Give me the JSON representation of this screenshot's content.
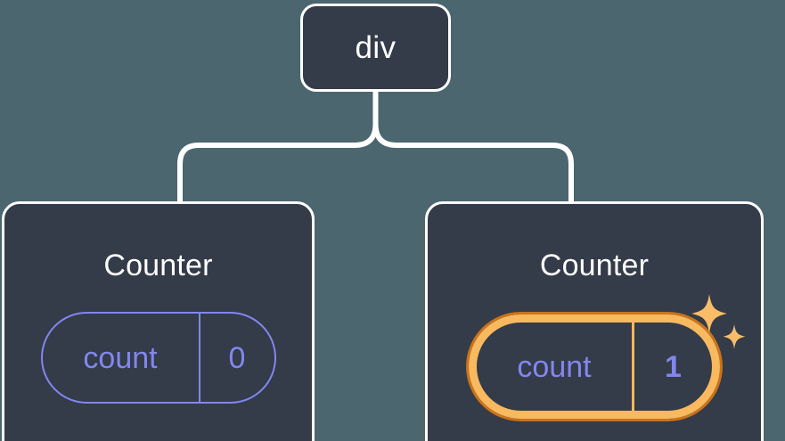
{
  "diagram": {
    "type": "component-tree",
    "background_color": "#4c6670",
    "node_fill_color": "#343b49",
    "node_border_color": "#ffffff",
    "connector_color": "#ffffff",
    "state_color": "#8287ee",
    "highlight_outer_color": "#c9731a",
    "highlight_inner_color": "#f8b95f",
    "root": {
      "label": "div"
    },
    "children": [
      {
        "title": "Counter",
        "state": {
          "key": "count",
          "value": "0"
        },
        "highlighted": false
      },
      {
        "title": "Counter",
        "state": {
          "key": "count",
          "value": "1"
        },
        "highlighted": true,
        "sparkle_icons": [
          "sparkle-large",
          "sparkle-small"
        ]
      }
    ]
  }
}
